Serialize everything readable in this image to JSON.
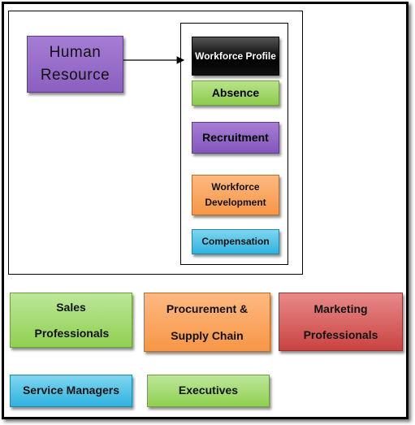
{
  "hr": {
    "label": "Human Resource"
  },
  "hr_items": [
    {
      "label": "Workforce Profile",
      "color": "#000000"
    },
    {
      "label": "Absence",
      "color": "#9bbb59"
    },
    {
      "label": "Recruitment",
      "color": "#8064a2"
    },
    {
      "label": "Workforce Development",
      "color": "#f79646"
    },
    {
      "label": "Compensation",
      "color": "#4bacc6"
    }
  ],
  "groups": [
    {
      "label": "Sales Professionals",
      "color": "#9bbb59"
    },
    {
      "label": "Procurement & Supply Chain",
      "color": "#f79646"
    },
    {
      "label": "Marketing Professionals",
      "color": "#c0504d"
    },
    {
      "label": "Service Managers",
      "color": "#4bacc6"
    },
    {
      "label": "Executives",
      "color": "#9bbb59"
    }
  ]
}
